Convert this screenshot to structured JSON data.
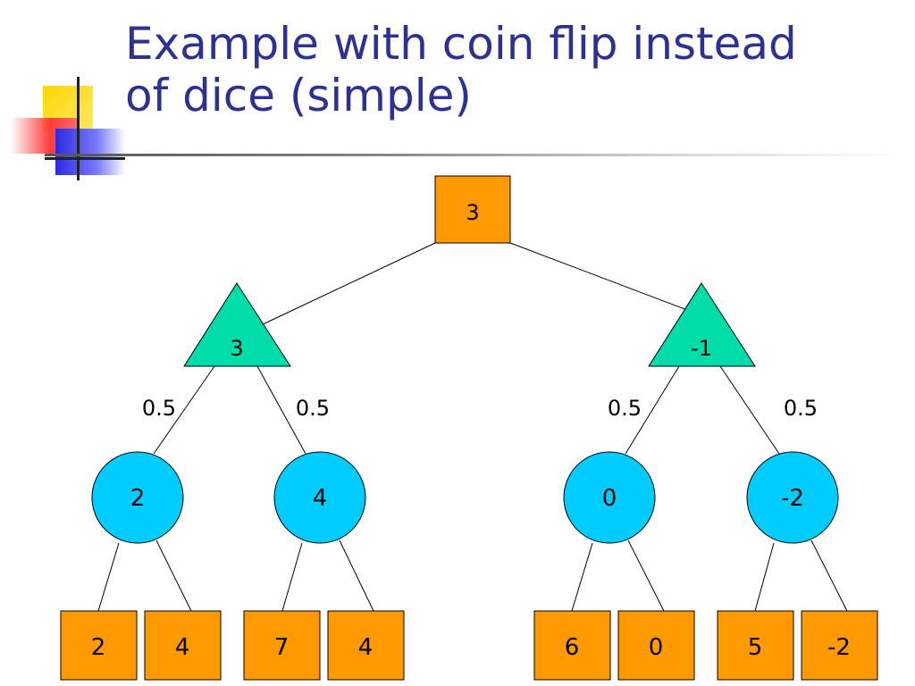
{
  "slide": {
    "title_line1": "Example with coin flip instead",
    "title_line2": "of dice (simple)"
  },
  "colors": {
    "title": "#2e3192",
    "max_node": "#ff9900",
    "chance_node": "#00ddaa",
    "min_node": "#00ccff",
    "edge": "#000000"
  },
  "tree": {
    "root": {
      "type": "max-square",
      "value": "3"
    },
    "chance": [
      {
        "type": "triangle",
        "value": "3",
        "prob_left": "0.5",
        "prob_right": "0.5"
      },
      {
        "type": "triangle",
        "value": "-1",
        "prob_left": "0.5",
        "prob_right": "0.5"
      }
    ],
    "circles": [
      {
        "value": "2"
      },
      {
        "value": "4"
      },
      {
        "value": "0"
      },
      {
        "value": "-2"
      }
    ],
    "leaves": [
      {
        "value": "2"
      },
      {
        "value": "4"
      },
      {
        "value": "7"
      },
      {
        "value": "4"
      },
      {
        "value": "6"
      },
      {
        "value": "0"
      },
      {
        "value": "5"
      },
      {
        "value": "-2"
      }
    ]
  }
}
